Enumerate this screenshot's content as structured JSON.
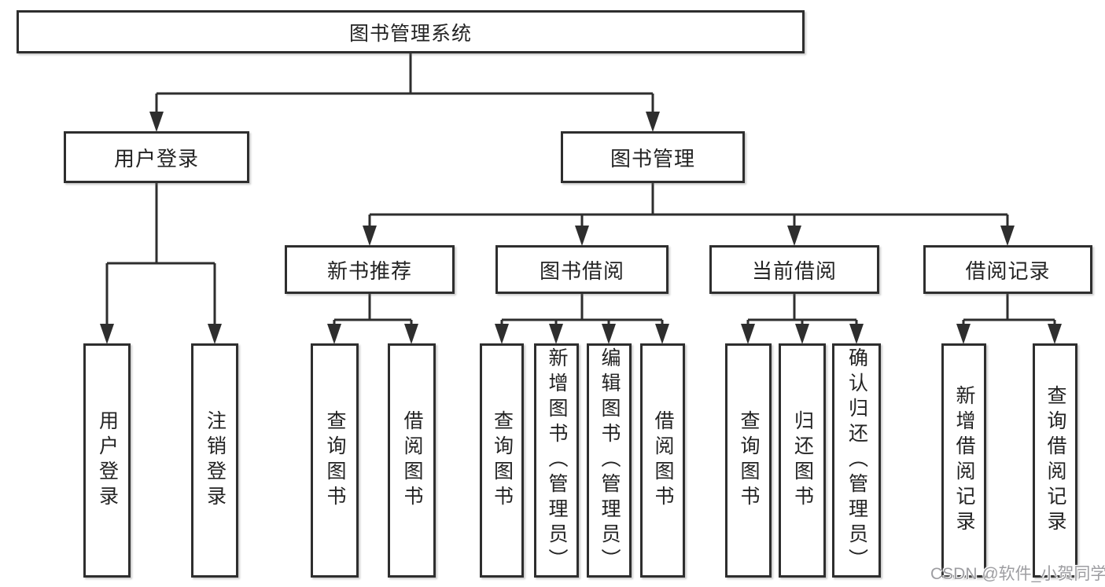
{
  "tree": {
    "root": "图书管理系统",
    "login": {
      "label": "用户登录",
      "children": [
        {
          "label": "用户登录"
        },
        {
          "label": "注销登录"
        }
      ]
    },
    "management": {
      "label": "图书管理",
      "sections": [
        {
          "label": "新书推荐",
          "children": [
            {
              "label": "查询图书"
            },
            {
              "label": "借阅图书"
            }
          ]
        },
        {
          "label": "图书借阅",
          "children": [
            {
              "label": "查询图书"
            },
            {
              "label": "新增图书（管理员）"
            },
            {
              "label": "编辑图书（管理员）"
            },
            {
              "label": "借阅图书"
            }
          ]
        },
        {
          "label": "当前借阅",
          "children": [
            {
              "label": "查询图书"
            },
            {
              "label": "归还图书"
            },
            {
              "label": "确认归还（管理员）"
            }
          ]
        },
        {
          "label": "借阅记录",
          "children": [
            {
              "label": "新增借阅记录"
            },
            {
              "label": "查询借阅记录"
            }
          ]
        }
      ]
    }
  },
  "watermark": "CSDN @软件_小贺同学",
  "colors": {
    "line": "#2e2e2e",
    "text": "#232323",
    "background": "#ffffff",
    "watermark": "#9d9da1"
  }
}
